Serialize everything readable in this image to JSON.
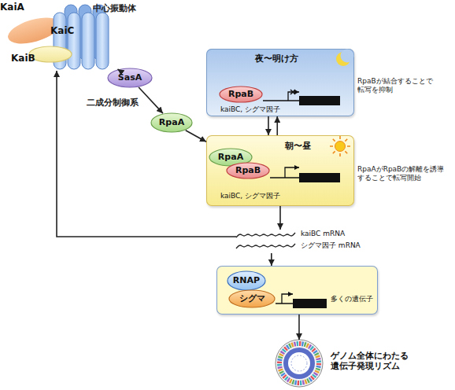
{
  "diagram": {
    "nodes": [
      {
        "text": [
          "KaiA"
        ]
      },
      {
        "text": [
          "KaiC"
        ]
      },
      {
        "text": [
          "KaiB"
        ]
      },
      {
        "text": [
          "SasA"
        ]
      },
      {
        "text": [
          "RpaA"
        ]
      },
      {
        "text": [
          "夜〜明け方",
          "kaiBC, シグマ因子"
        ]
      },
      {
        "text": [
          "RpaB"
        ],
        "in": 5
      },
      {
        "text": [
          "朝〜昼",
          "kaiBC, シグマ因子"
        ]
      },
      {
        "text": [
          "RpaA"
        ],
        "in": 7
      },
      {
        "text": [
          "RpaB"
        ],
        "in": 7
      },
      {
        "text": [
          "kaiBC mRNA",
          "シグマ因子 mRNA"
        ]
      },
      {
        "text": [
          "多くの遺伝子"
        ]
      },
      {
        "text": [
          "RNAP"
        ],
        "in": 11
      },
      {
        "text": [
          "シグマ"
        ],
        "in": 11
      },
      {
        "text": [
          "ゲノム全体にわたる 遺伝子発現リズム"
        ]
      }
    ],
    "edges": [
      {
        "from": 1,
        "to": 3,
        "arrow": "to"
      },
      {
        "from": 3,
        "to": 4,
        "arrow": "to"
      },
      {
        "from": 4,
        "to": 7,
        "arrow": "to"
      },
      {
        "from": 5,
        "to": 7,
        "arrow": "to"
      },
      {
        "from": 7,
        "to": 5,
        "arrow": "to"
      },
      {
        "from": 7,
        "to": 10,
        "arrow": "to"
      },
      {
        "from": 10,
        "to": 1,
        "arrow": "to"
      },
      {
        "from": 10,
        "to": 11,
        "arrow": "to"
      },
      {
        "from": 11,
        "to": 14,
        "arrow": "to"
      }
    ],
    "labels": [
      "中心振動体",
      "二成分制御系",
      "RpaBが結合することで 転写を抑制",
      "RpaAがRpaBの解離を誘導 することで転写開始"
    ]
  }
}
